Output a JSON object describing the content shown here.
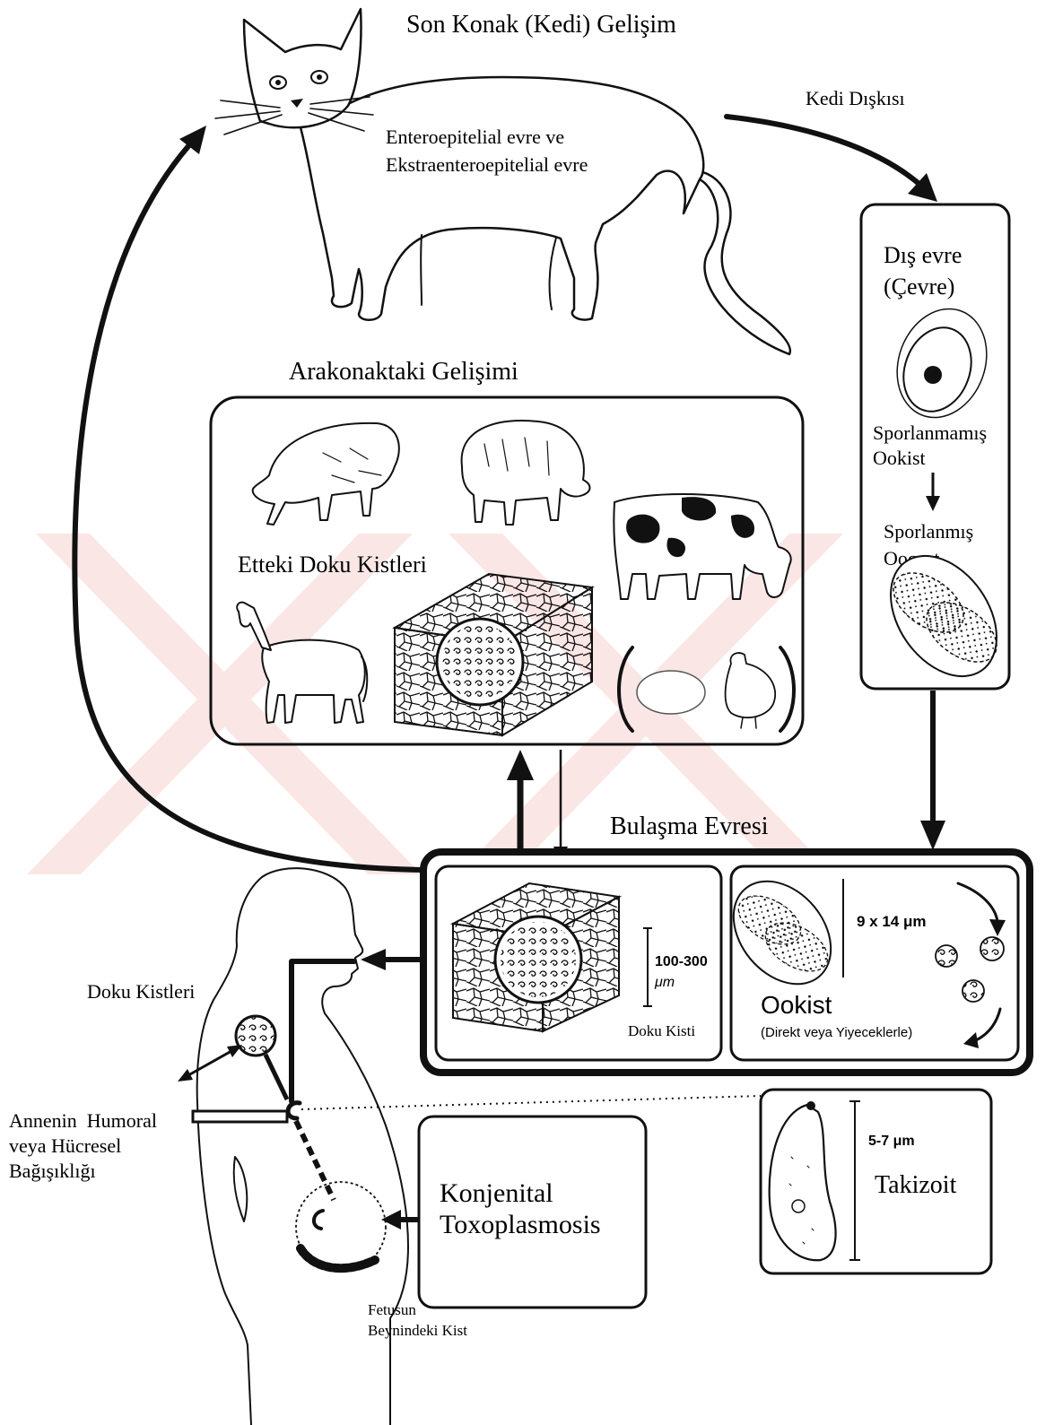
{
  "definitive_host": {
    "title": "Son Konak (Kedi) Gelişim",
    "stage_line1": "Enteroepitelial evre ve",
    "stage_line2": "Ekstraenteroepitelial evre"
  },
  "cat_feces_label": "Kedi Dışkısı",
  "external_stage": {
    "title_line1": "Dış evre",
    "title_line2": "(Çevre)",
    "unsporulated_line1": "Sporlanmamış",
    "unsporulated_line2": "Ookist",
    "sporulated_line1": "Sporlanmış",
    "sporulated_line2": "Oocyst"
  },
  "intermediate_host": {
    "title": "Arakonaktaki Gelişimi",
    "tissue_cysts_label": "Etteki Doku Kistleri"
  },
  "transmission": {
    "title": "Bulaşma Evresi",
    "cyst_size_line1": "100-300",
    "cyst_size_line2": "μm",
    "cyst_label": "Doku Kisti",
    "oocyst_size": "9 x 14 μm",
    "oocyst_label": "Ookist",
    "oocyst_route": "(Direkt veya Yiyeceklerle)"
  },
  "human": {
    "tissue_cysts_label": "Doku Kistleri",
    "immunity_line1": "Annenin  Humoral",
    "immunity_line2": "veya Hücresel",
    "immunity_line3": "Bağışıklığı",
    "fetal_cyst_line1": "Fetusun",
    "fetal_cyst_line2": "Beynindeki Kist"
  },
  "congenital": {
    "line1": "Konjenital",
    "line2": "Toxoplasmosis"
  },
  "tachyzoite": {
    "size": "5-7 μm",
    "label": "Takizoit"
  },
  "colors": {
    "ink": "#000000",
    "background": "#ffffff",
    "watermark": "#e23b3b"
  }
}
